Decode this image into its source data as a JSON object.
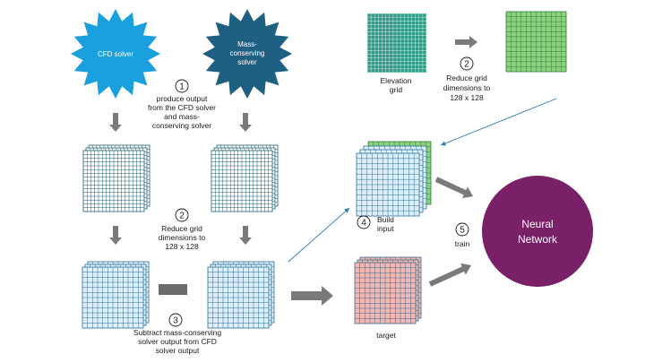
{
  "nodes": {
    "cfd_solver": "CFD solver",
    "mass_solver_line1": "Mass-",
    "mass_solver_line2": "conserving",
    "mass_solver_line3": "solver",
    "elevation_line1": "Elevation",
    "elevation_line2": "grid",
    "neural_line1": "Neural",
    "neural_line2": "Network",
    "target": "target"
  },
  "steps": {
    "s1_num": "1",
    "s1_line1": "produce output",
    "s1_line2": "from the CFD solver",
    "s1_line3": "and mass-",
    "s1_line4": "conserving solver",
    "s2a_num": "2",
    "s2a_line1": "Reduce grid",
    "s2a_line2": "dimensions to",
    "s2a_line3": "128 x 128",
    "s2b_num": "2",
    "s2b_line1": "Reduce grid",
    "s2b_line2": "dimensions to",
    "s2b_line3": "128 x 128",
    "s3_num": "3",
    "s3_line1": "Subtract mass-conserving",
    "s3_line2": "solver output from CFD",
    "s3_line3": "solver output",
    "s4_num": "4",
    "s4_line1": "Build",
    "s4_line2": "input",
    "s5_num": "5",
    "s5_line1": "train",
    "minus_icon": "minus-sign"
  },
  "colors": {
    "cfd_star": "#1aa0dc",
    "mass_star": "#1f5f82",
    "grid_dark_fill": "#ffffff",
    "grid_dark_line": "#1e5f78",
    "grid_light_fill": "#dceffa",
    "grid_light_line": "#2c6f9a",
    "grid_green_fill": "#8cd17e",
    "grid_green_line": "#2f7a3a",
    "grid_elev_fill": "#2f9a86",
    "grid_elev_line": "#d8efe9",
    "grid_red_fill": "#f2b8b4",
    "grid_red_line": "#3a6a8a",
    "neural": "#7a2068",
    "arrow_gray": "#7a7a7a",
    "arrow_blue": "#2a7ab0"
  }
}
